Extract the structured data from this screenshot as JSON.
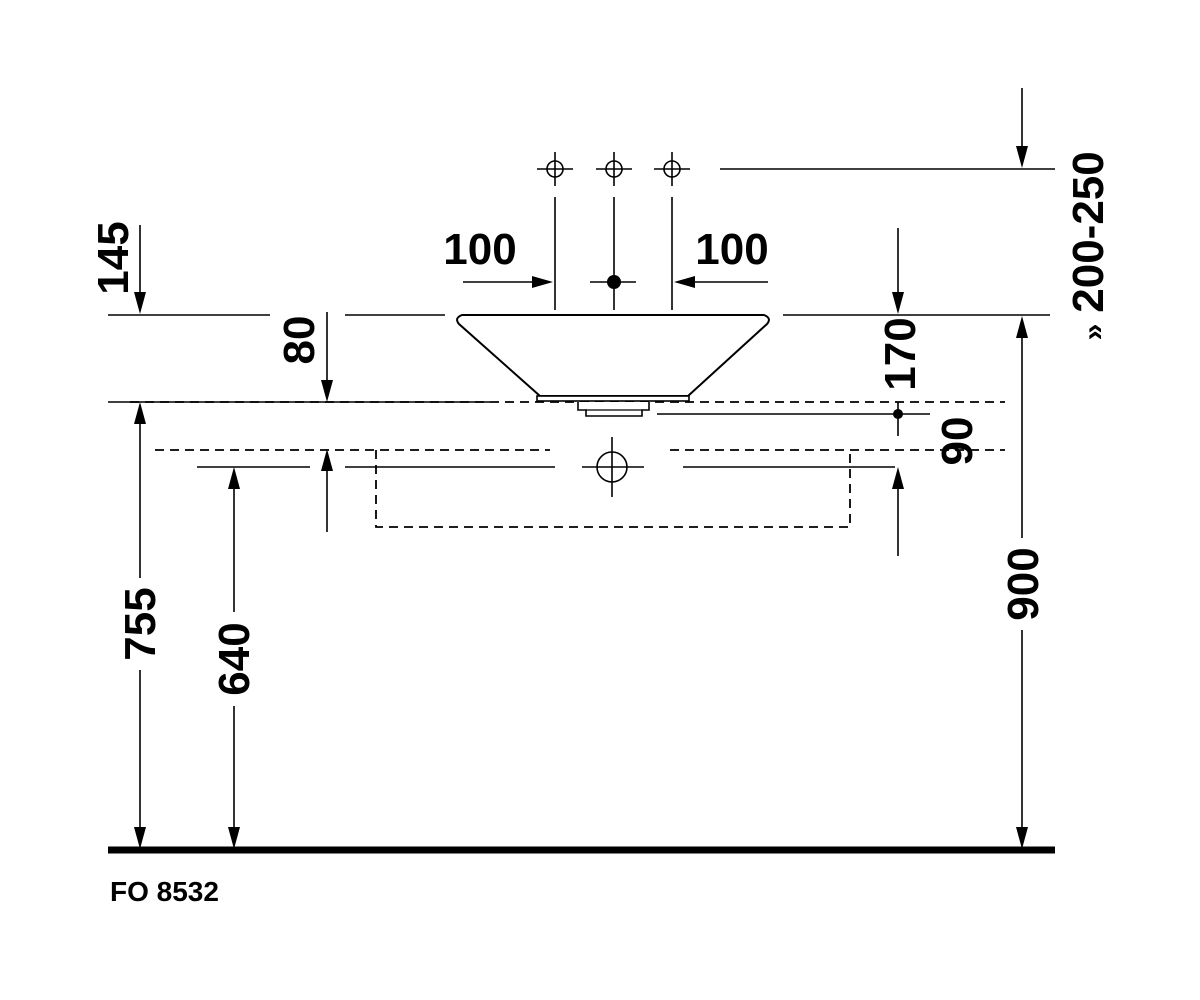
{
  "drawing": {
    "code": "FO 8532",
    "dims": {
      "d145": "145",
      "d80": "80",
      "d100_left": "100",
      "d100_right": "100",
      "d170": "170",
      "d90": "90",
      "d200_250": "200-250",
      "d200_250_mark": "»",
      "d755": "755",
      "d640": "640",
      "d900": "900"
    }
  }
}
